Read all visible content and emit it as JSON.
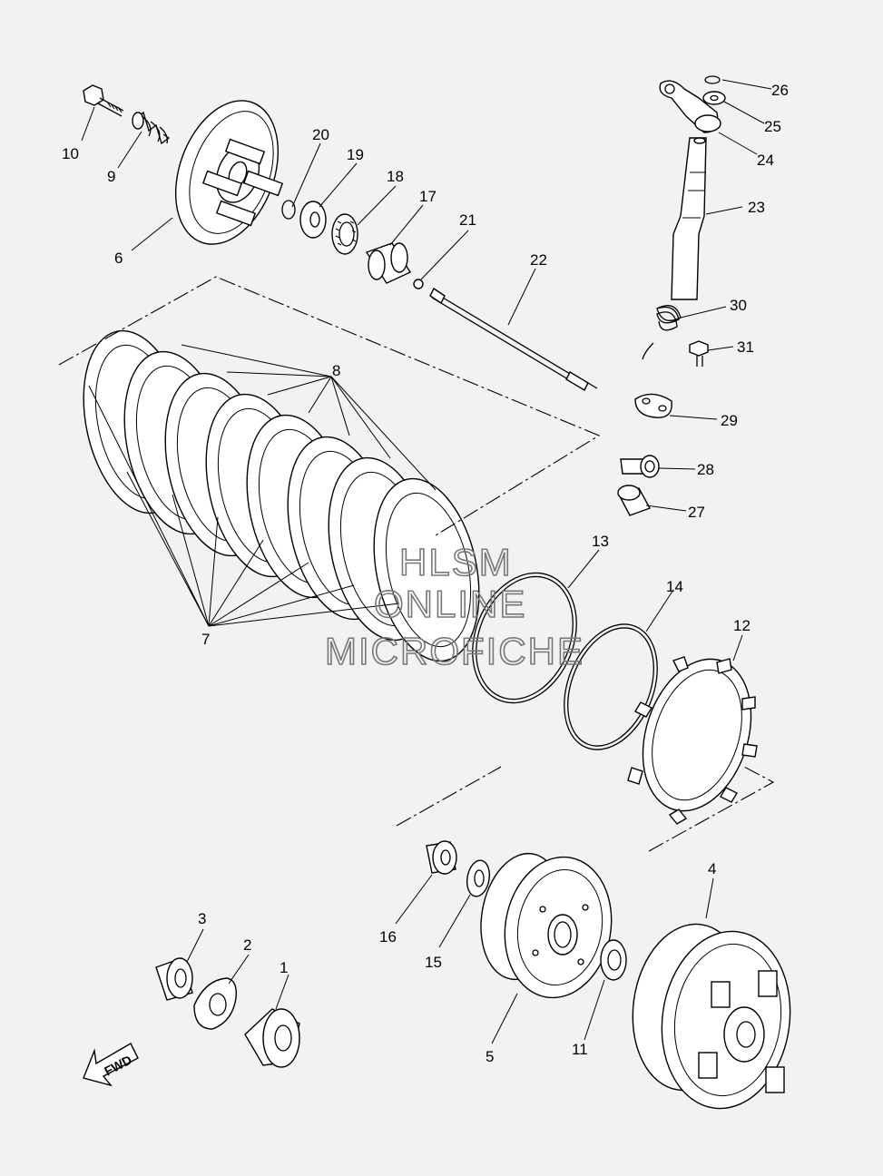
{
  "watermark": [
    "HLSM",
    "ONLINE",
    "MICROFICHE"
  ],
  "direction_marker": "FWD",
  "parts": [
    "1",
    "2",
    "3",
    "4",
    "5",
    "6",
    "7",
    "8",
    "9",
    "10",
    "11",
    "12",
    "13",
    "14",
    "15",
    "16",
    "17",
    "18",
    "19",
    "20",
    "21",
    "22",
    "23",
    "24",
    "25",
    "26",
    "27",
    "28",
    "29",
    "30",
    "31"
  ]
}
